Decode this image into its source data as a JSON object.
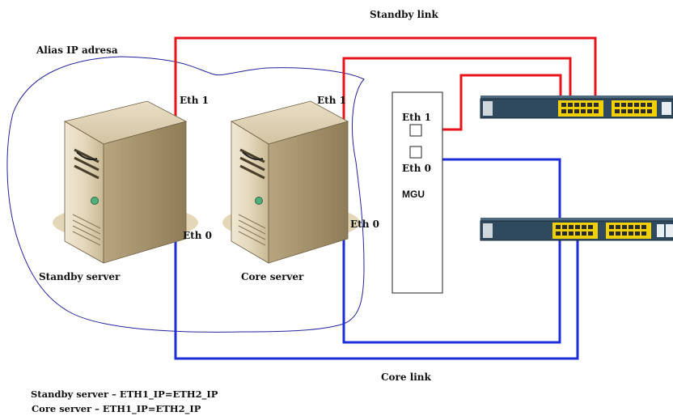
{
  "labels": {
    "standby_link": "Standby link",
    "core_link": "Core link",
    "alias_ip": "Alias IP adresa",
    "standby_eth1": "Eth 1",
    "standby_eth0": "Eth 0",
    "core_eth1": "Eth 1",
    "core_eth0": "Eth 0",
    "mgu_eth1": "Eth 1",
    "mgu_eth0": "Eth 0",
    "mgu": "MGU",
    "standby_server": "Standby server",
    "core_server": "Core server"
  },
  "notes": {
    "line1": "Standby server – ETH1_IP=ETH2_IP",
    "line2": "Core server – ETH1_IP=ETH2_IP"
  },
  "colors": {
    "standby_link": "#e8141b",
    "core_link": "#1c2fd6",
    "alias_boundary": "#23239a",
    "switch_body": "#2f4a5e",
    "switch_ports": "#f0d000"
  }
}
